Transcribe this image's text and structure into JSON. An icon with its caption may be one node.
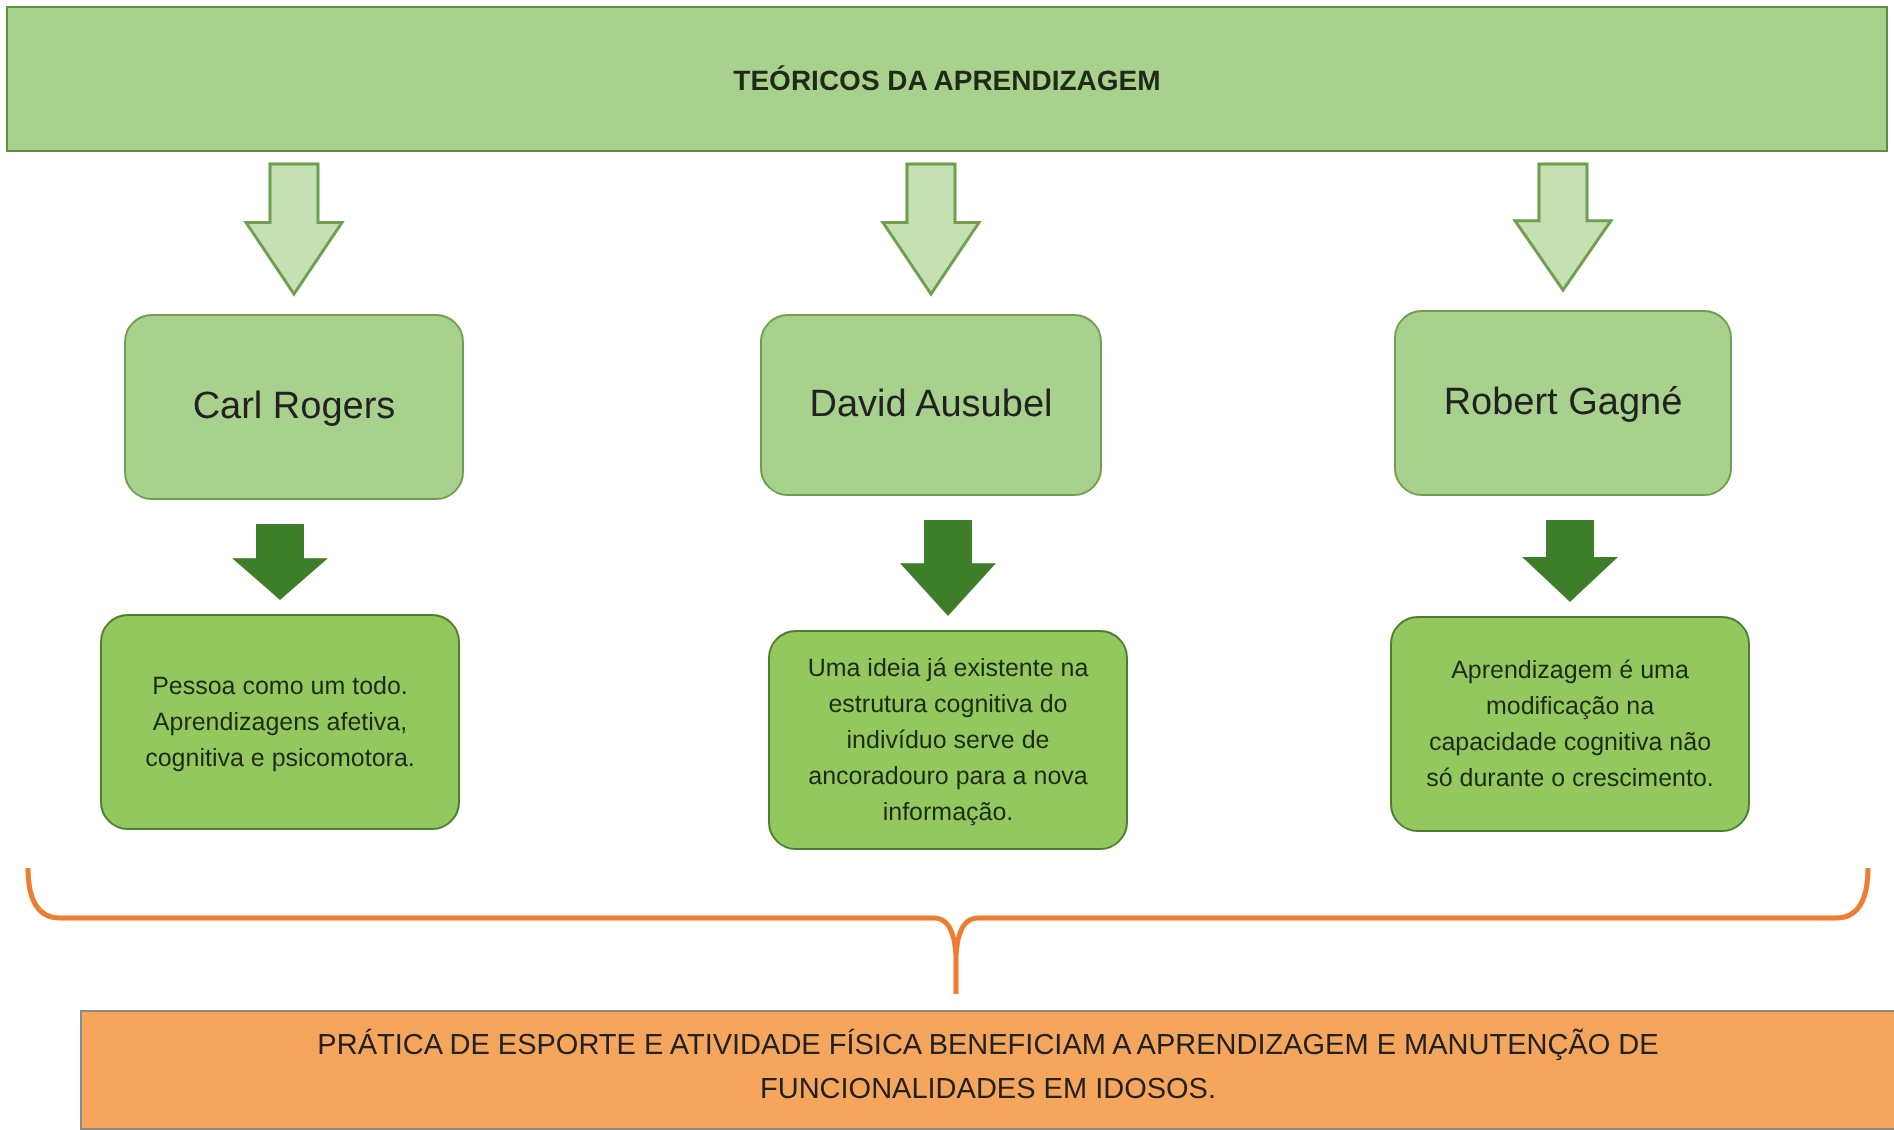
{
  "diagram": {
    "nodes": [
      {
        "text": [
          "TEÓRICOS DA APRENDIZAGEM"
        ]
      },
      {
        "text": [
          "Carl Rogers"
        ]
      },
      {
        "text": [
          "David Ausubel"
        ]
      },
      {
        "text": [
          "Robert Gagné"
        ]
      },
      {
        "text": [
          "Pessoa como um todo. Aprendizagens afetiva, cognitiva e psicomotora."
        ]
      },
      {
        "text": [
          "Uma ideia já existente na estrutura cognitiva do indivíduo serve de ancoradouro para a nova informação."
        ]
      },
      {
        "text": [
          "Aprendizagem é uma modificação na capacidade cognitiva não só durante o crescimento."
        ]
      },
      {
        "text": [
          "PRÁTICA DE ESPORTE E ATIVIDADE FÍSICA BENEFICIAM A APRENDIZAGEM E MANUTENÇÃO DE FUNCIONALIDADES EM IDOSOS."
        ]
      }
    ],
    "edges": [
      {
        "from": 0,
        "to": 1,
        "arrow": "to",
        "style": "thick"
      },
      {
        "from": 0,
        "to": 2,
        "arrow": "to",
        "style": "thick"
      },
      {
        "from": 0,
        "to": 3,
        "arrow": "to",
        "style": "thick"
      },
      {
        "from": 1,
        "to": 4,
        "arrow": "to",
        "style": "thick",
        "color": "#3e7d2a"
      },
      {
        "from": 2,
        "to": 5,
        "arrow": "to",
        "style": "thick",
        "color": "#3e7d2a"
      },
      {
        "from": 3,
        "to": 6,
        "arrow": "to",
        "style": "thick",
        "color": "#3e7d2a"
      }
    ]
  }
}
